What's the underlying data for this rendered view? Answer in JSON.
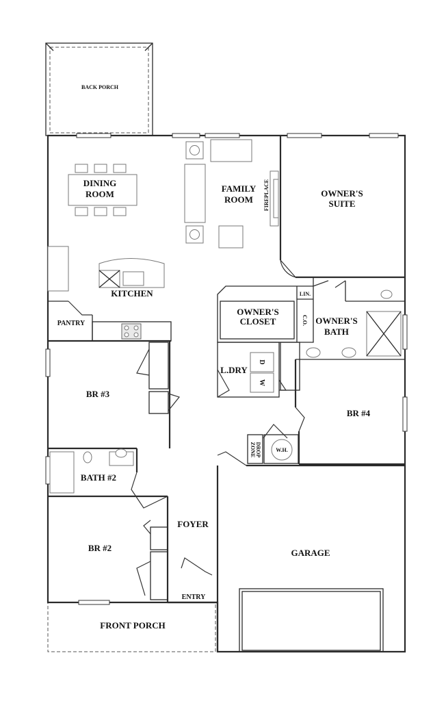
{
  "rooms": {
    "back_porch": "BACK PORCH",
    "dining_line1": "DINING",
    "dining_line2": "ROOM",
    "family_line1": "FAMILY",
    "family_line2": "ROOM",
    "fireplace": "FIREPLACE",
    "owners_suite_line1": "OWNER'S",
    "owners_suite_line2": "SUITE",
    "kitchen": "KITCHEN",
    "pantry": "PANTRY",
    "lin": "LIN.",
    "owners_closet_line1": "OWNER'S",
    "owners_closet_line2": "CLOSET",
    "co": "C.O.",
    "owners_bath_line1": "OWNER'S",
    "owners_bath_line2": "BATH",
    "ldry": "L.DRY",
    "dryer": "D",
    "washer": "W",
    "br3": "BR #3",
    "br4": "BR #4",
    "drop_line1": "DROP",
    "drop_line2": "ZONE",
    "wh": "W.H.",
    "bath2": "BATH #2",
    "foyer": "FOYER",
    "br2": "BR #2",
    "garage": "GARAGE",
    "entry": "ENTRY",
    "front_porch": "FRONT PORCH"
  }
}
